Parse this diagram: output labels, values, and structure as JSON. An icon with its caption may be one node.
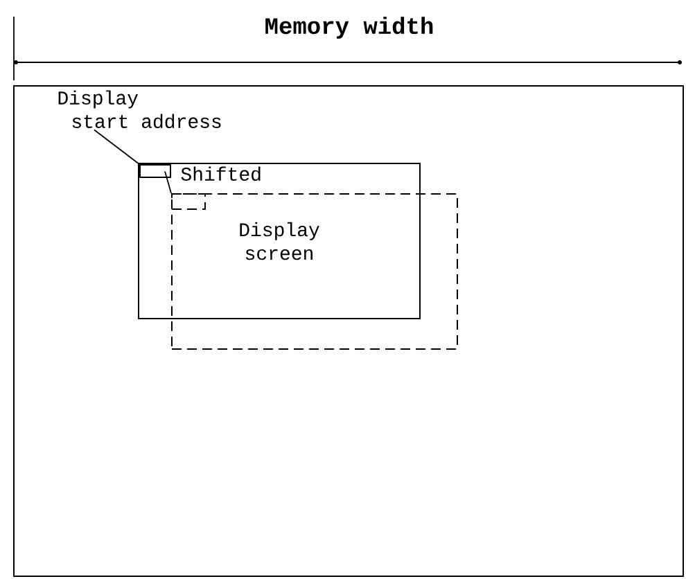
{
  "diagram": {
    "nodes": [
      {
        "text": [],
        "shape": "box"
      },
      {
        "text": [
          "Display start address"
        ],
        "in": 0
      },
      {
        "text": [
          "Display screen"
        ],
        "in": 0
      },
      {
        "text": [],
        "shape": "box",
        "in": 2
      },
      {
        "text": [
          "Shifted"
        ],
        "in": 2
      },
      {
        "text": [],
        "shape": "box",
        "in": 0
      },
      {
        "text": [],
        "shape": "box"
      }
    ],
    "edges": [
      {
        "from": 1,
        "to": 3,
        "arrow": "none"
      },
      {
        "from": 4,
        "to": 6,
        "arrow": "none"
      }
    ],
    "labels": [
      "Memory width"
    ]
  }
}
